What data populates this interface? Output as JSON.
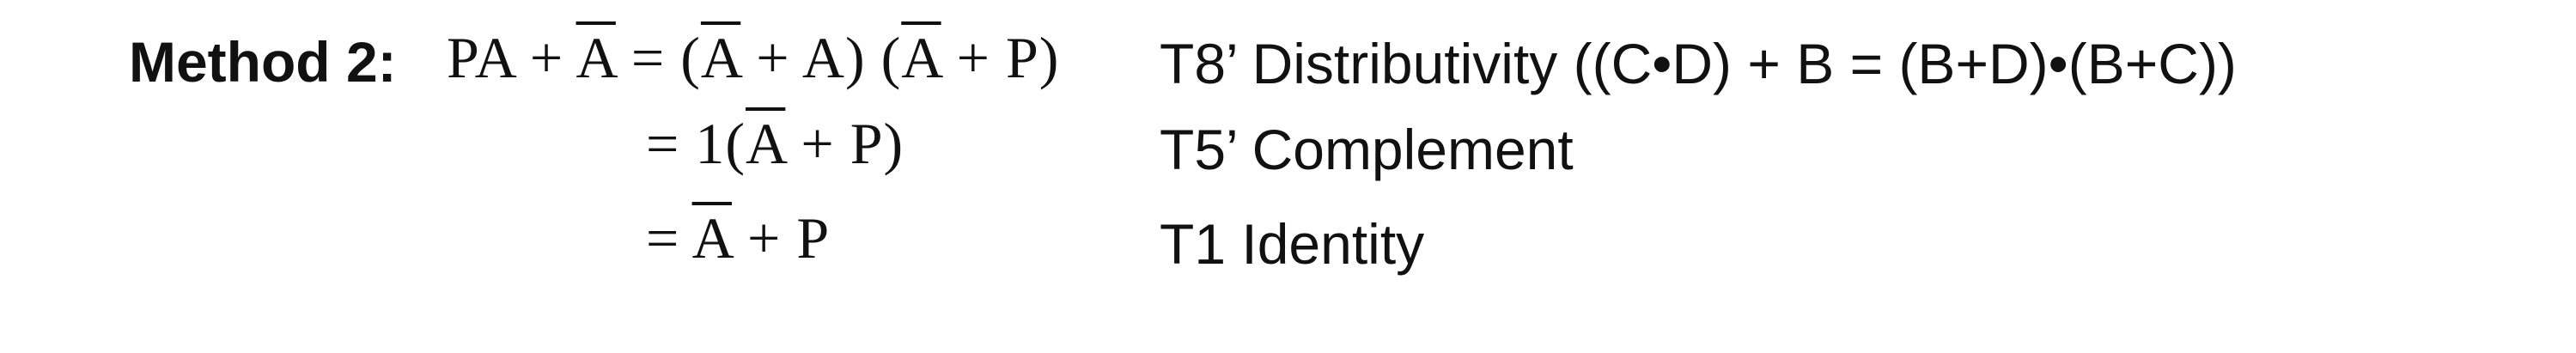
{
  "label": "Method 2:",
  "steps": [
    {
      "lhs_parts": [
        "PA + ",
        "A",
        " = (",
        "A",
        " + A) (",
        "A",
        " + P)"
      ],
      "rule": "T8’ Distributivity ((C•D) + B = (B+D)•(B+C))"
    },
    {
      "lhs_parts": [
        "= 1(",
        "A",
        " + P)"
      ],
      "rule": "T5’ Complement"
    },
    {
      "lhs_parts": [
        "= ",
        "A",
        " + P"
      ],
      "rule": "T1 Identity"
    }
  ]
}
